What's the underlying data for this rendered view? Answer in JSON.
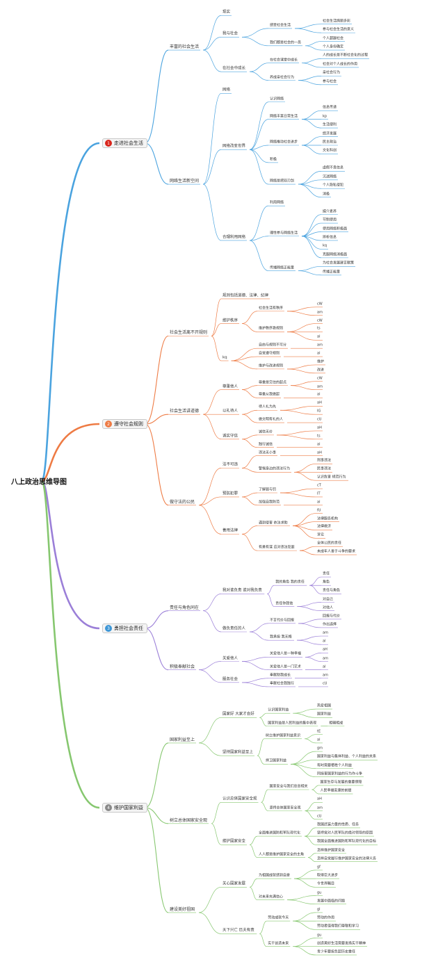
{
  "root": "八上政治思维导图",
  "branches": [
    {
      "id": "b1",
      "num": "1",
      "label": "走进社会生活",
      "color": "#4aa3df",
      "badge": "#d9261c",
      "children": [
        {
          "label": "丰富的社会生活",
          "children": [
            {
              "label": "现实"
            },
            {
              "label": "我与社会",
              "children": [
                {
                  "label": "感受社会生活",
                  "children": [
                    {
                      "label": "社会生活绚丽多彩"
                    },
                    {
                      "label": "参与社会生活的意义"
                    }
                  ]
                },
                {
                  "label": "我们都是社会的一员",
                  "children": [
                    {
                      "label": "个人超越社会"
                    },
                    {
                      "label": "个人身份确定"
                    }
                  ]
                }
              ]
            },
            {
              "label": "在社会中成长",
              "children": [
                {
                  "label": "在社会课堂中成长",
                  "children": [
                    {
                      "label": "人的成长是不断社会化的过程"
                    },
                    {
                      "label": "社会对个人成长的作用"
                    }
                  ]
                },
                {
                  "label": "养成亲社会行为",
                  "children": [
                    {
                      "label": "亲社会行为"
                    },
                    {
                      "label": "参与社会"
                    }
                  ]
                }
              ]
            }
          ]
        },
        {
          "label": "网络生活新空间",
          "children": [
            {
              "label": "网络"
            },
            {
              "label": "网络改变世界",
              "children": [
                {
                  "label": "认识网络"
                },
                {
                  "label": "网络丰富日常生活",
                  "children": [
                    {
                      "label": "信息传递"
                    },
                    {
                      "label": "kp"
                    },
                    {
                      "label": "生活便利"
                    }
                  ]
                },
                {
                  "label": "网络推动社会进步",
                  "children": [
                    {
                      "label": "经济发展"
                    },
                    {
                      "label": "民主政治"
                    },
                    {
                      "label": "文化科创"
                    }
                  ]
                },
                {
                  "label": "积极"
                },
                {
                  "label": "网络是把双刃剑",
                  "children": [
                    {
                      "label": "虚假不良信息"
                    },
                    {
                      "label": "沉迷网络"
                    },
                    {
                      "label": "个人隐私侵犯"
                    },
                    {
                      "label": "消极"
                    }
                  ]
                }
              ]
            },
            {
              "label": "合理利用网络",
              "children": [
                {
                  "label": "利用网络"
                },
                {
                  "label": "理性参与网络生活",
                  "children": [
                    {
                      "label": "媒介素养"
                    },
                    {
                      "label": "节制使用"
                    },
                    {
                      "label": "使用网络积极面"
                    },
                    {
                      "label": "辨析信息"
                    },
                    {
                      "label": "kq"
                    },
                    {
                      "label": "克服网络消极面"
                    }
                  ]
                },
                {
                  "label": "传播网络正能量",
                  "children": [
                    {
                      "label": "为社会发展建言献策"
                    },
                    {
                      "label": "传播正能量"
                    }
                  ]
                }
              ]
            }
          ]
        }
      ]
    },
    {
      "id": "b2",
      "num": "2",
      "label": "遵守社会规则",
      "color": "#ee7b44",
      "badge": "#ee7b44",
      "children": [
        {
          "label": "社会生活离不开规则",
          "children": [
            {
              "label": "规则包括道德、法律、纪律"
            },
            {
              "label": "维护秩序",
              "children": [
                {
                  "label": "社会生活有秩序",
                  "children": [
                    {
                      "label": "cW"
                    },
                    {
                      "label": "am"
                    }
                  ]
                },
                {
                  "label": "维护秩序靠规则",
                  "children": [
                    {
                      "label": "cW"
                    },
                    {
                      "label": "ts"
                    },
                    {
                      "label": "al"
                    }
                  ]
                }
              ]
            },
            {
              "label": "kq",
              "children": [
                {
                  "label": "自由与规则不可分",
                  "children": [
                    {
                      "label": "am"
                    }
                  ]
                },
                {
                  "label": "自觉遵守规则",
                  "children": [
                    {
                      "label": "al"
                    }
                  ]
                },
                {
                  "label": "维护与改进规则",
                  "children": [
                    {
                      "label": "维护"
                    },
                    {
                      "label": "改进"
                    }
                  ]
                }
              ]
            }
          ]
        },
        {
          "label": "社会生活讲道德",
          "children": [
            {
              "label": "尊重他人",
              "children": [
                {
                  "label": "尊重是交往的起点",
                  "children": [
                    {
                      "label": "cW"
                    },
                    {
                      "label": "am"
                    }
                  ]
                },
                {
                  "label": "尊重从我做起",
                  "children": [
                    {
                      "label": "al"
                    }
                  ]
                }
              ]
            },
            {
              "label": "以礼待人",
              "children": [
                {
                  "label": "待人礼为先",
                  "children": [
                    {
                      "label": "aH"
                    },
                    {
                      "label": "IG"
                    }
                  ]
                },
                {
                  "label": "做文明有礼的人",
                  "children": [
                    {
                      "label": "cU"
                    }
                  ]
                }
              ]
            },
            {
              "label": "诚实守信",
              "children": [
                {
                  "label": "诚信无价",
                  "children": [
                    {
                      "label": "aH"
                    },
                    {
                      "label": "ts"
                    }
                  ]
                },
                {
                  "label": "践行诚信",
                  "children": [
                    {
                      "label": "al"
                    }
                  ]
                }
              ]
            }
          ]
        },
        {
          "label": "做守法的公民",
          "children": [
            {
              "label": "法不可违",
              "children": [
                {
                  "label": "违法无小事",
                  "children": [
                    {
                      "label": "aH"
                    }
                  ]
                },
                {
                  "label": "警惕身边的违法行为",
                  "children": [
                    {
                      "label": "刑事违法"
                    },
                    {
                      "label": "民事违法"
                    },
                    {
                      "label": "认识危害 规范行为"
                    }
                  ]
                }
              ]
            },
            {
              "label": "预防犯罪",
              "children": [
                {
                  "label": "了解罪与罚",
                  "children": [
                    {
                      "label": "cT"
                    },
                    {
                      "label": "IT"
                    }
                  ]
                },
                {
                  "label": "加强自我防范",
                  "children": [
                    {
                      "label": "al"
                    }
                  ]
                }
              ]
            },
            {
              "label": "善用法律",
              "children": [
                {
                  "label": "遇到侵害 依法求助",
                  "children": [
                    {
                      "label": "fU"
                    },
                    {
                      "label": "法律服务机构"
                    },
                    {
                      "label": "法律救济"
                    },
                    {
                      "label": "诉讼"
                    }
                  ]
                },
                {
                  "label": "有勇有谋 应对违法犯罪",
                  "children": [
                    {
                      "label": "全体公民的责任"
                    },
                    {
                      "label": "未成年人善于斗争的要求"
                    }
                  ]
                }
              ]
            }
          ]
        }
      ]
    },
    {
      "id": "b3",
      "num": "3",
      "label": "勇担社会责任",
      "color": "#9b7fd8",
      "badge": "#3d96d6",
      "children": [
        {
          "label": "责任与角色同在",
          "children": [
            {
              "label": "我对谁负责 谁对我负责",
              "children": [
                {
                  "label": "我的角色 我的责任",
                  "children": [
                    {
                      "label": "责任"
                    },
                    {
                      "label": "角色"
                    },
                    {
                      "label": "责任与角色"
                    }
                  ]
                },
                {
                  "label": "责任你我他",
                  "children": [
                    {
                      "label": "对自己"
                    },
                    {
                      "label": "对他人"
                    }
                  ]
                }
              ]
            },
            {
              "label": "做负责任的人",
              "children": [
                {
                  "label": "不言代价与回报",
                  "children": [
                    {
                      "label": "回报与代价"
                    },
                    {
                      "label": "作出选择"
                    }
                  ]
                },
                {
                  "label": "我承担 我无悔",
                  "children": [
                    {
                      "label": "am"
                    },
                    {
                      "label": "al"
                    }
                  ]
                }
              ]
            }
          ]
        },
        {
          "label": "积极奉献社会",
          "children": [
            {
              "label": "关爱他人",
              "children": [
                {
                  "label": "关爱他人是一种幸福",
                  "children": [
                    {
                      "label": "aH"
                    },
                    {
                      "label": "am"
                    }
                  ]
                },
                {
                  "label": "关爱他人是一门艺术",
                  "children": [
                    {
                      "label": "al"
                    }
                  ]
                }
              ]
            },
            {
              "label": "服务社会",
              "children": [
                {
                  "label": "奉献助我成长",
                  "children": [
                    {
                      "label": "am"
                    }
                  ]
                },
                {
                  "label": "奉献社会我践行",
                  "children": [
                    {
                      "label": "cU"
                    }
                  ]
                }
              ]
            }
          ]
        }
      ]
    },
    {
      "id": "b4",
      "num": "4",
      "label": "维护国家利益",
      "color": "#86c76f",
      "badge": "#8a8a8a",
      "children": [
        {
          "label": "国家利益至上",
          "children": [
            {
              "label": "国家好 大家才会好",
              "children": [
                {
                  "label": "认识国家利益",
                  "children": [
                    {
                      "label": "热爱祖国"
                    },
                    {
                      "label": "国家利益"
                    }
                  ]
                },
                {
                  "label": "国家利益是人民利益的集中表现",
                  "children": [
                    {
                      "label": "相辅相成"
                    }
                  ]
                }
              ]
            },
            {
              "label": "坚持国家利益至上",
              "children": [
                {
                  "label": "树立维护国家利益意识",
                  "children": [
                    {
                      "label": "tE"
                    },
                    {
                      "label": "al"
                    }
                  ]
                },
                {
                  "label": "捍卫国家利益",
                  "children": [
                    {
                      "label": "gm"
                    },
                    {
                      "label": "国家利益与集体利益、个人利益的关系"
                    },
                    {
                      "label": "有时需要牺牲个人利益"
                    },
                    {
                      "label": "同损害国家利益的行为作斗争"
                    }
                  ]
                }
              ]
            }
          ]
        },
        {
          "label": "树立总体国家安全观",
          "children": [
            {
              "label": "认识总体国家安全观",
              "children": [
                {
                  "label": "国家安全与我们息息相关",
                  "children": [
                    {
                      "label": "国家生存与发展的重要保障"
                    },
                    {
                      "label": "人民幸福安康的前提"
                    }
                  ]
                },
                {
                  "label": "坚持总体国家安全观",
                  "children": [
                    {
                      "label": "aH"
                    },
                    {
                      "label": "am"
                    },
                    {
                      "label": "cU"
                    }
                  ]
                }
              ]
            },
            {
              "label": "维护国家安全",
              "children": [
                {
                  "label": "全面推进国防和军队现代化",
                  "children": [
                    {
                      "label": "我国武装力量的性质、任务"
                    },
                    {
                      "label": "坚持党对人民军队的绝对领导的原因"
                    },
                    {
                      "label": "我国全面推进国防和军队现代化的目标"
                    }
                  ]
                },
                {
                  "label": "人人都是维护国家安全的主角",
                  "children": [
                    {
                      "label": "怎样维护国家安全"
                    },
                    {
                      "label": "怎样自觉履行维护国家安全的法律义务"
                    }
                  ]
                }
              ]
            }
          ]
        },
        {
          "label": "建设美好祖国",
          "children": [
            {
              "label": "关心国家发展",
              "children": [
                {
                  "label": "为祖国成就感到自豪",
                  "children": [
                    {
                      "label": "gf"
                    },
                    {
                      "label": "取得巨大进步"
                    },
                    {
                      "label": "令世界瞩目"
                    }
                  ]
                },
                {
                  "label": "对未来充满信心",
                  "children": [
                    {
                      "label": "gu"
                    },
                    {
                      "label": "发展中面临的问题"
                    }
                  ]
                }
              ]
            },
            {
              "label": "天下兴亡 匹夫有责",
              "children": [
                {
                  "label": "劳动成就今天",
                  "children": [
                    {
                      "label": "gl"
                    },
                    {
                      "label": "劳动的作用"
                    },
                    {
                      "label": "劳动者值得我们尊敬和学习"
                    }
                  ]
                },
                {
                  "label": "实干创造未来",
                  "children": [
                    {
                      "label": "gu"
                    },
                    {
                      "label": "创造美好生活需要发扬实干精神"
                    },
                    {
                      "label": "青少年要担负起历史重任"
                    }
                  ]
                }
              ]
            }
          ]
        }
      ]
    }
  ]
}
